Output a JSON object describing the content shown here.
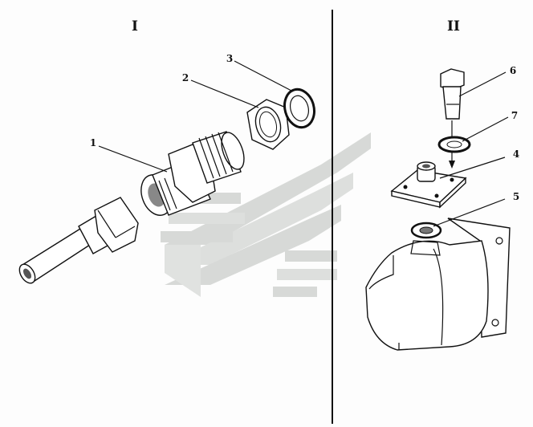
{
  "sections": {
    "left": "I",
    "right": "II"
  },
  "callouts": [
    "1",
    "2",
    "3",
    "4",
    "5",
    "6",
    "7"
  ],
  "colors": {
    "line": "#111111",
    "watermark": "#c9ccc9",
    "background": "#ffffff"
  },
  "icons": [
    "watermark-logo"
  ]
}
